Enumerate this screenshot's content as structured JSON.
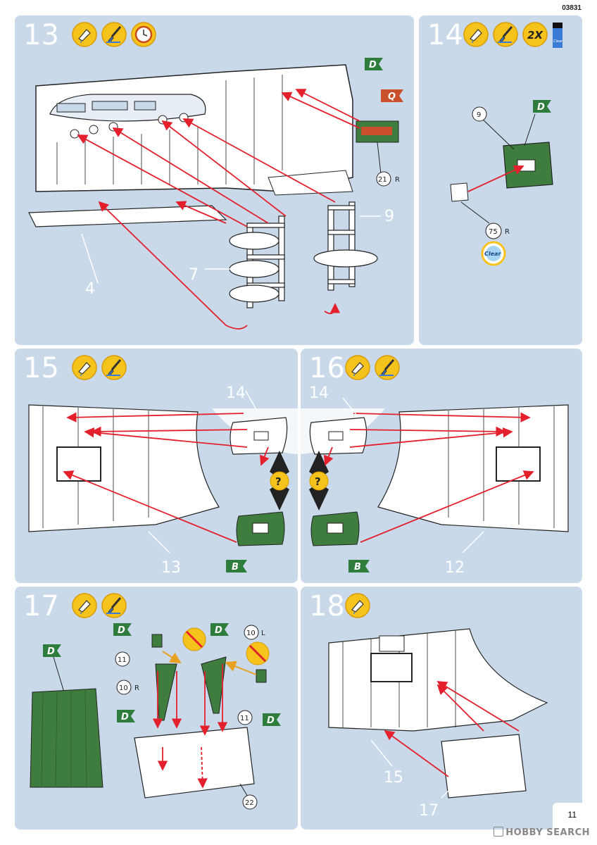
{
  "catalog_number": "03831",
  "page_number": "11",
  "watermark": "HOBBY SEARCH",
  "steps": {
    "s13": {
      "number": "13",
      "part_labels": {
        "p4": "4",
        "p7": "7",
        "p9": "9"
      },
      "part_refs": {
        "r21": "21",
        "r21_side": "R"
      },
      "color_codes": {
        "d": "D",
        "q": "Q"
      }
    },
    "s14": {
      "number": "14",
      "multiplier": "2X",
      "paint_jar_label": "Clear",
      "part_refs": {
        "r9": "9",
        "r75": "75",
        "r75_side": "R"
      },
      "color_codes": {
        "d": "D"
      },
      "clear_badge": "Clear"
    },
    "s15": {
      "number": "15",
      "part_labels": {
        "p13": "13",
        "p14": "14"
      },
      "color_codes": {
        "b": "B"
      },
      "question": "?"
    },
    "s16": {
      "number": "16",
      "part_labels": {
        "p12": "12",
        "p14": "14"
      },
      "color_codes": {
        "b": "B"
      },
      "question": "?"
    },
    "s17": {
      "number": "17",
      "part_refs": {
        "r10a": "10",
        "r10a_side": "R",
        "r10b": "10",
        "r10b_side": "L",
        "r11a": "11",
        "r11b": "11",
        "r22": "22"
      },
      "color_codes": {
        "d1": "D",
        "d2": "D",
        "d3": "D",
        "d4": "D",
        "d5": "D"
      }
    },
    "s18": {
      "number": "18",
      "part_labels": {
        "p15": "15",
        "p17": "17"
      }
    }
  },
  "colors": {
    "panel": "#c9d9ea",
    "step_number": "#ffffff",
    "arrow": "#e3202c",
    "flag_green": "#2e7d3c",
    "flag_orange": "#c9502a",
    "icon_yellow": "#f6c21c",
    "part_green": "#3f7d3f"
  },
  "icons": [
    "glue-icon",
    "paint-brush-icon",
    "clock-icon",
    "multiplier-badge",
    "paint-jar-icon",
    "no-glue-icon",
    "question-icon"
  ]
}
